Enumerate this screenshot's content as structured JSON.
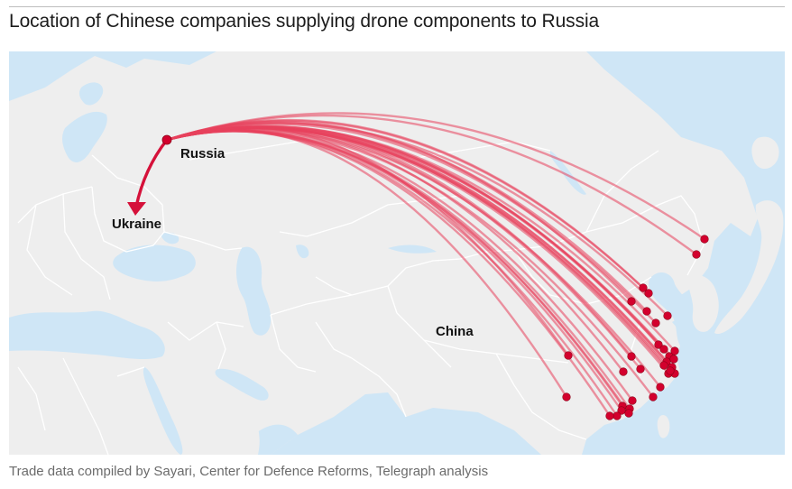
{
  "header": {
    "title": "Location of Chinese companies supplying drone components to Russia"
  },
  "map": {
    "labels": {
      "russia": "Russia",
      "ukraine": "Ukraine",
      "china": "China"
    },
    "colors": {
      "ocean": "#cfe6f6",
      "land": "#eeeeee",
      "border": "#ffffff",
      "route": "#e8415c",
      "marker": "#d3002d"
    },
    "origin_marker": "russia-hub",
    "supplier_company_count": 33
  },
  "footer": {
    "source": "Trade data compiled by Sayari, Center for Defence Reforms, Telegraph analysis"
  }
}
